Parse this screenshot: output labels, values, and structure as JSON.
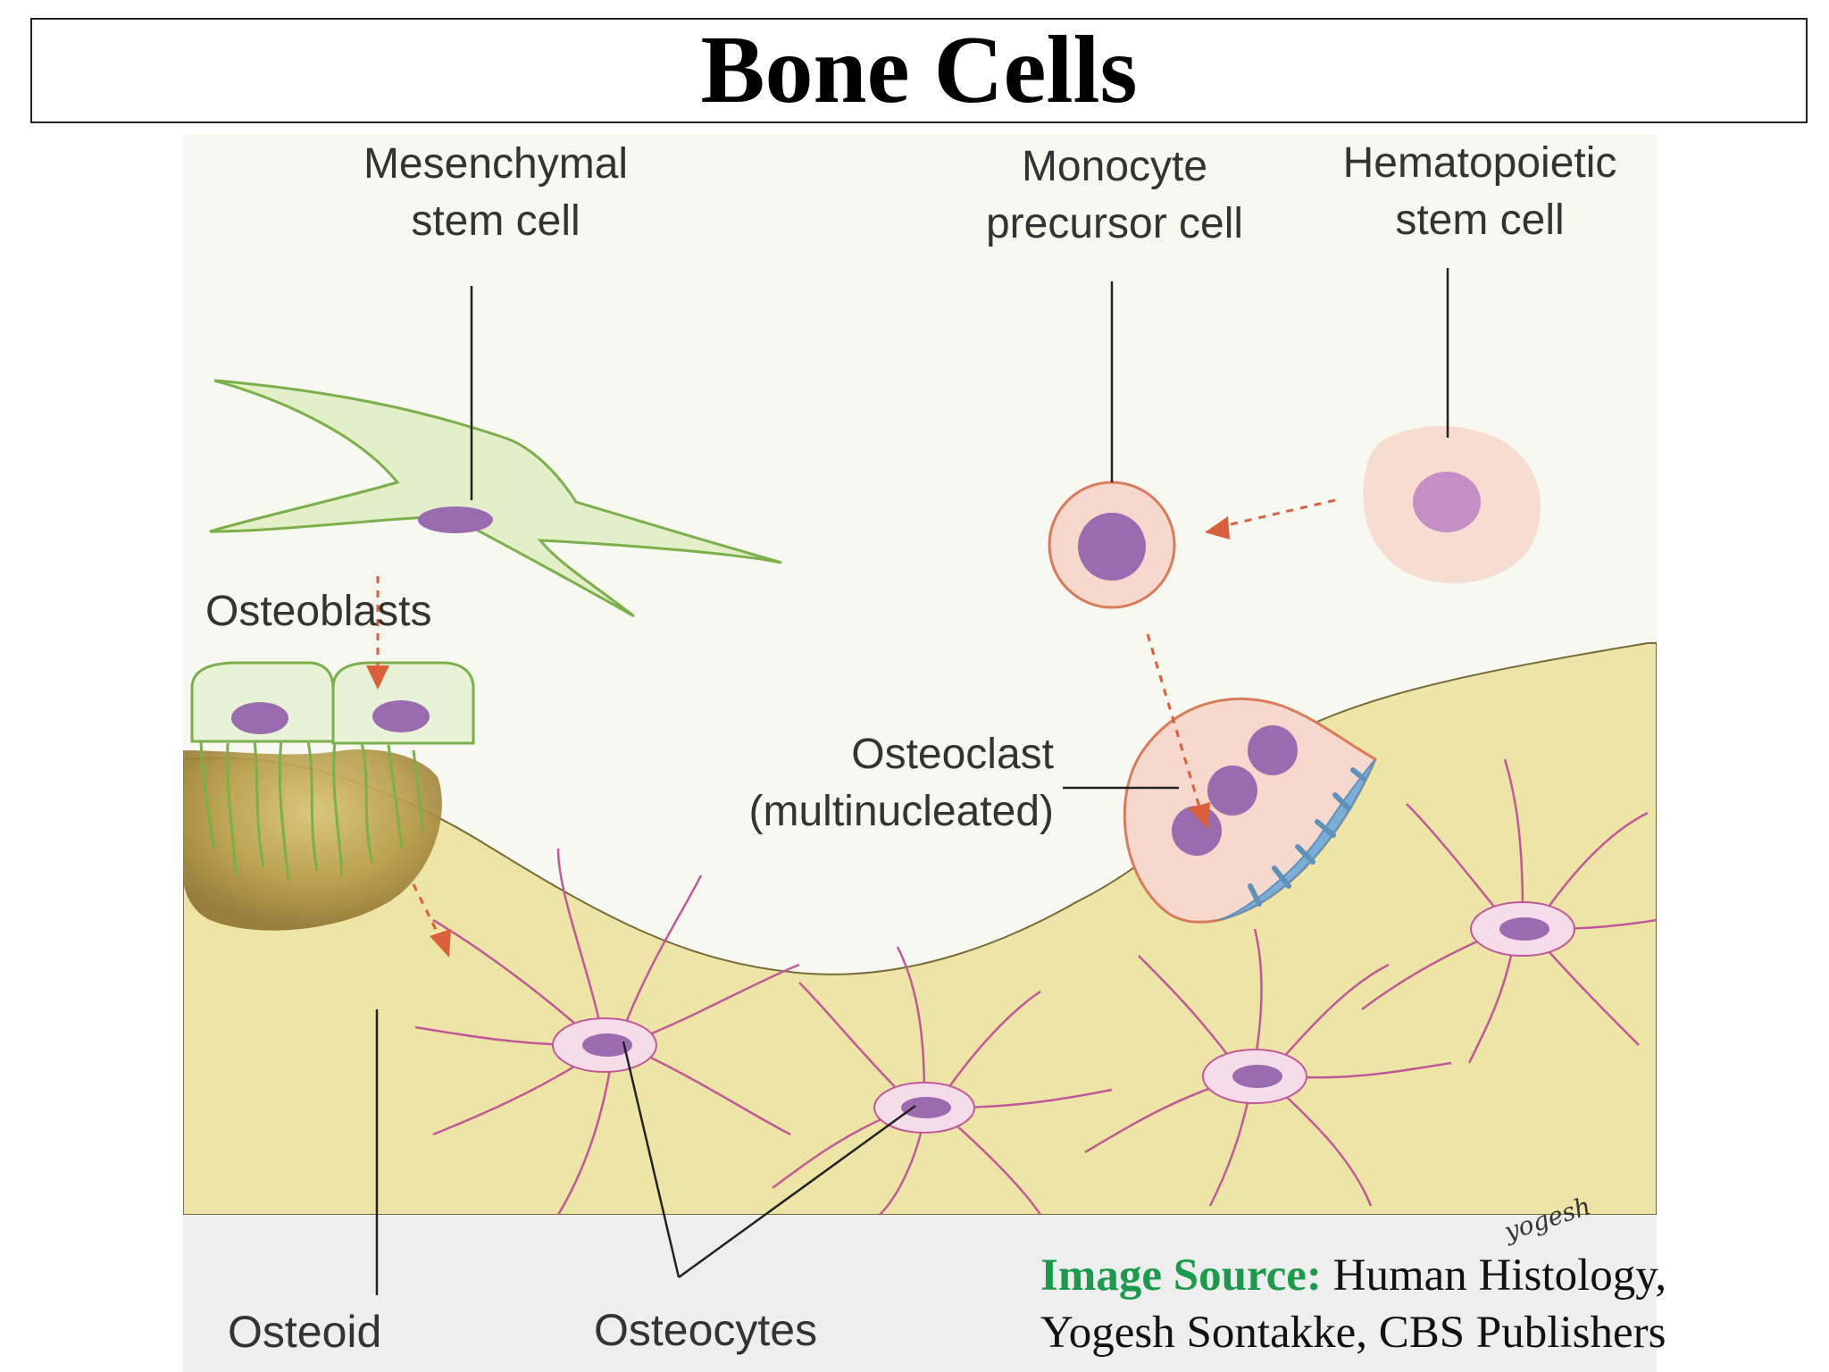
{
  "title": "Bone Cells",
  "labels": {
    "msc_line1": "Mesenchymal",
    "msc_line2": "stem cell",
    "mono_line1": "Monocyte",
    "mono_line2": "precursor cell",
    "hsc_line1": "Hematopoietic",
    "hsc_line2": "stem cell",
    "osteoblasts": "Osteoblasts",
    "osteoclast_line1": "Osteoclast",
    "osteoclast_line2": "(multinucleated)",
    "osteoid": "Osteoid",
    "osteocytes": "Osteocytes"
  },
  "source": {
    "label": "Image Source:",
    "text_line1": " Human Histology,",
    "text_line2": "Yogesh Sontakke, CBS Publishers"
  },
  "signature": "yogesh",
  "colors": {
    "bone": "#ede5a6",
    "osteoid": "#a8893e",
    "nucleus": "#9b6bb0",
    "membrane_green": "#7ab04a",
    "osteocyte_process": "#c0589a",
    "arrow": "#d9603a",
    "clast_fill": "#f6d9cc",
    "clast_border": "#d97b5a",
    "ruffled_border": "#7aaed6",
    "source_label": "#1a9a4a"
  }
}
